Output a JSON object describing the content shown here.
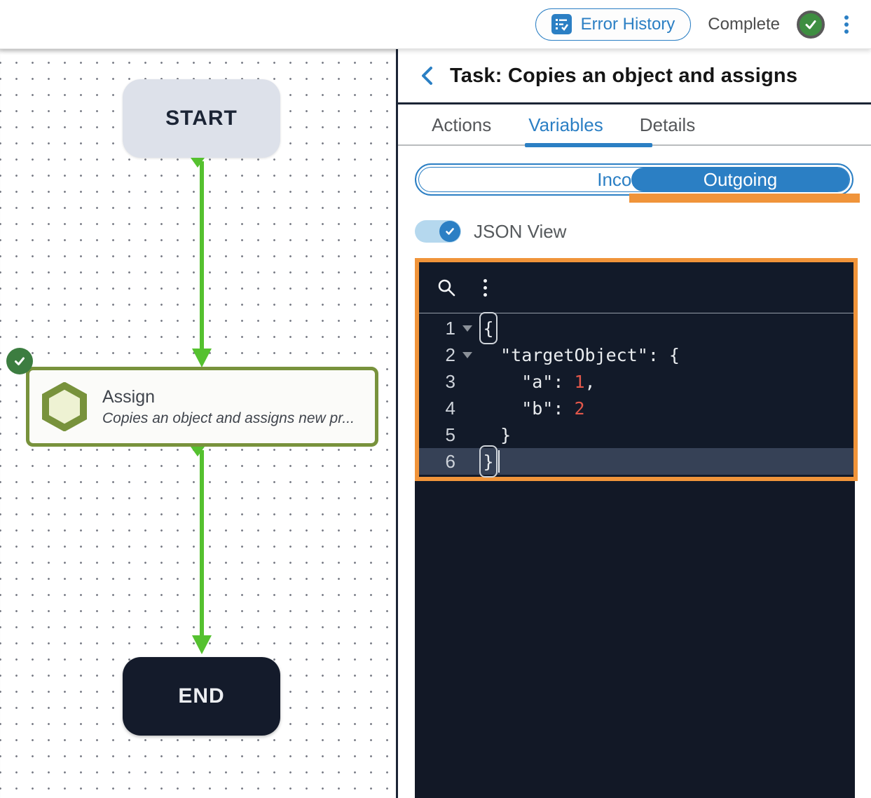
{
  "header": {
    "error_history_label": "Error History",
    "complete_label": "Complete",
    "accent_blue": "#2b7fc4",
    "complete_green": "#3e8e41"
  },
  "canvas": {
    "start_label": "START",
    "end_label": "END",
    "assign_node": {
      "title": "Assign",
      "description": "Copies an object and assigns new pr...",
      "border_color": "#78923c",
      "status": "success"
    },
    "edge_color": "#55c12f"
  },
  "panel": {
    "back_icon": "chevron-left",
    "title": "Task: Copies an object and assigns",
    "tabs": [
      {
        "label": "Actions",
        "active": false
      },
      {
        "label": "Variables",
        "active": true
      },
      {
        "label": "Details",
        "active": false
      }
    ],
    "segmented": {
      "incoming_label": "Incoming",
      "outgoing_label": "Outgoing",
      "selected": "Outgoing",
      "highlight_color": "#f0943a"
    },
    "json_view_label": "JSON View",
    "json_view_on": true
  },
  "editor": {
    "background": "#121a29",
    "border_color": "#f0943a",
    "value_color": "#e2574a",
    "active_line": "6",
    "lines": [
      {
        "num": "1",
        "bracket": "{"
      },
      {
        "num": "2",
        "text": "  \"targetObject\": {"
      },
      {
        "num": "3",
        "pre": "    \"a\": ",
        "value": "1",
        "post": ","
      },
      {
        "num": "4",
        "pre": "    \"b\": ",
        "value": "2",
        "post": ""
      },
      {
        "num": "5",
        "text": "  }"
      },
      {
        "num": "6",
        "bracket": "}"
      }
    ]
  }
}
